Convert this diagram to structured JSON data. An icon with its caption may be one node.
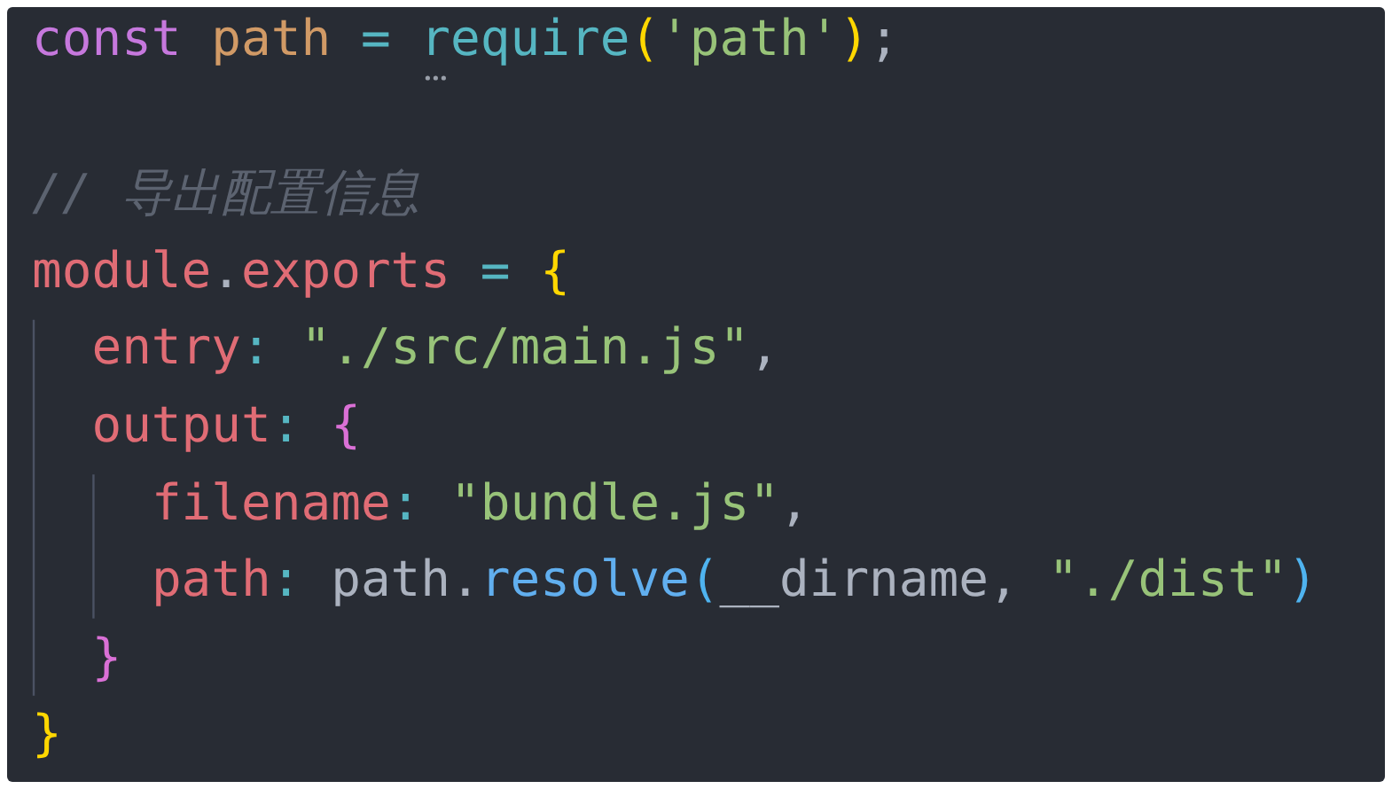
{
  "diagram": {
    "labels": [
      "const path = require('path');",
      "// 导出配置信息",
      "module.exports = {",
      "entry: \"./src/main.js\",",
      "output: {",
      "filename: \"bundle.js\",",
      "path: path.resolve(__dirname, \"./dist\")",
      "}",
      "}"
    ]
  }
}
